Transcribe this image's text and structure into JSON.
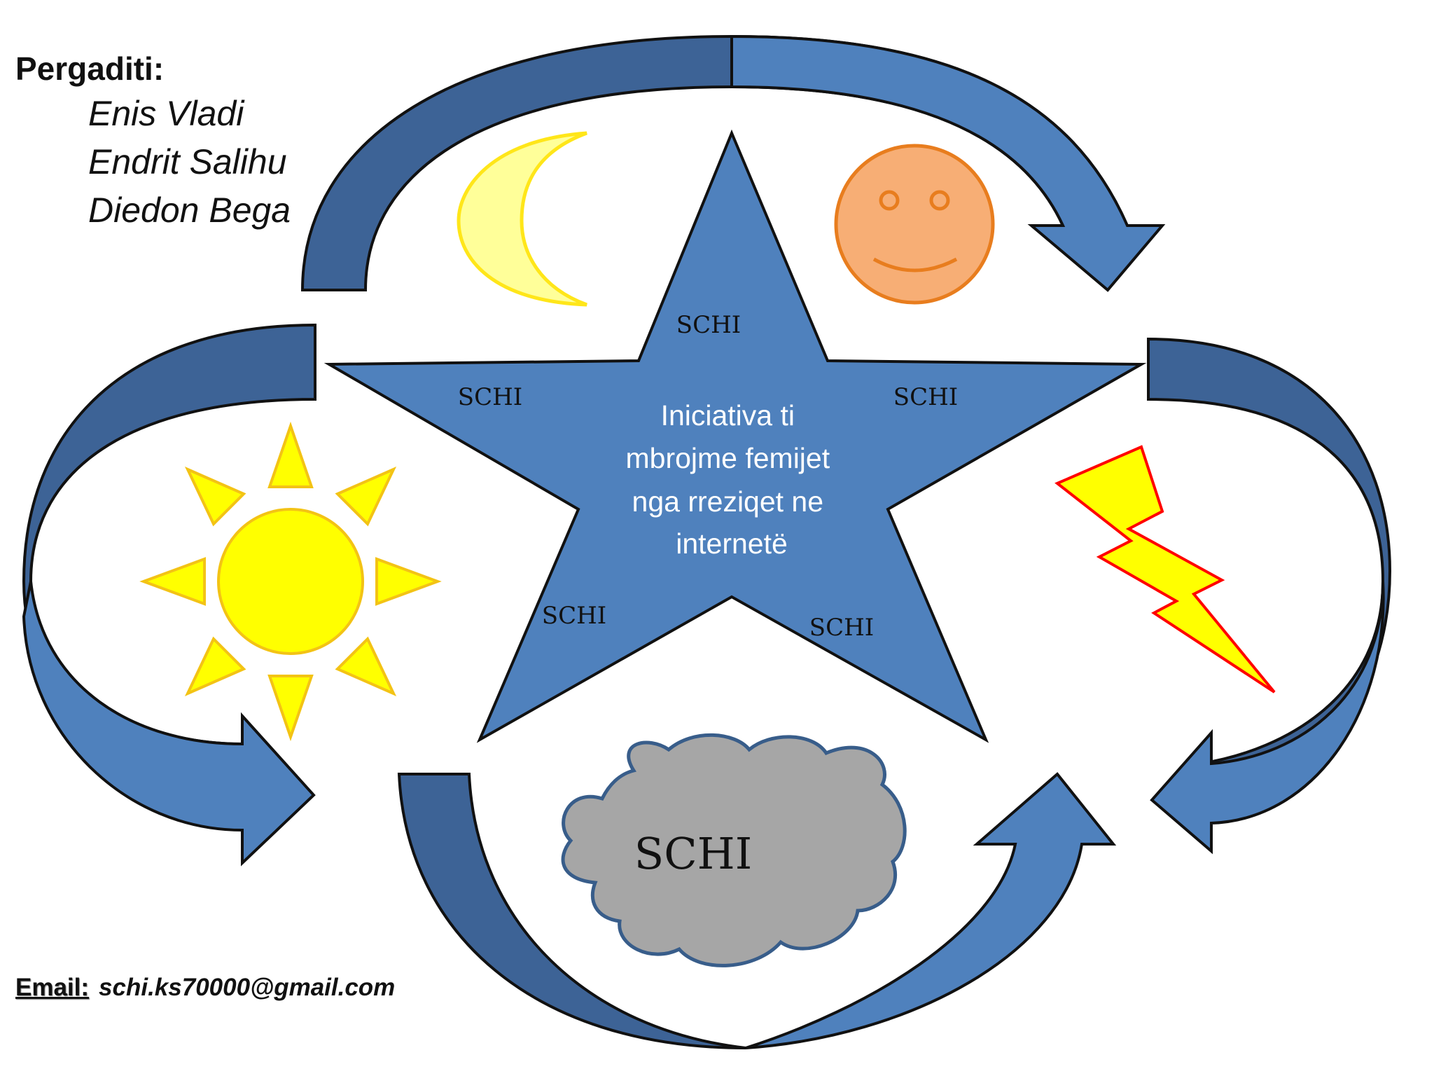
{
  "credits": {
    "heading": "Pergaditi:",
    "members": [
      "Enis Vladi",
      "Endrit Salihu",
      "Diedon Bega"
    ]
  },
  "star": {
    "center_text_lines": [
      "Iniciativa ti",
      "mbrojme femijet",
      "nga rreziqet ne",
      "internetë"
    ],
    "point_labels": [
      "SCHI",
      "SCHI",
      "SCHI",
      "SCHI",
      "SCHI"
    ]
  },
  "cloud": {
    "label": "SCHI"
  },
  "contact": {
    "email_label": "Email:",
    "email": "schi.ks70000@gmail.com"
  },
  "icons": [
    "moon-icon",
    "smiley-face-icon",
    "sun-icon",
    "lightning-bolt-icon",
    "cloud-icon"
  ],
  "colors": {
    "arrow_fill": "#4f81bd",
    "arrow_shadow": "#3a6496",
    "star_fill": "#4f81bd",
    "moon_fill": "#ffff99",
    "moon_stroke": "#ffe619",
    "smiley_fill": "#f7ae75",
    "smiley_stroke": "#e87d1e",
    "sun_fill": "#ffff00",
    "sun_stroke": "#f3c315",
    "bolt_fill": "#ffff00",
    "bolt_stroke": "#ff0000",
    "cloud_fill": "#a6a6a6",
    "cloud_stroke": "#385d8a"
  }
}
